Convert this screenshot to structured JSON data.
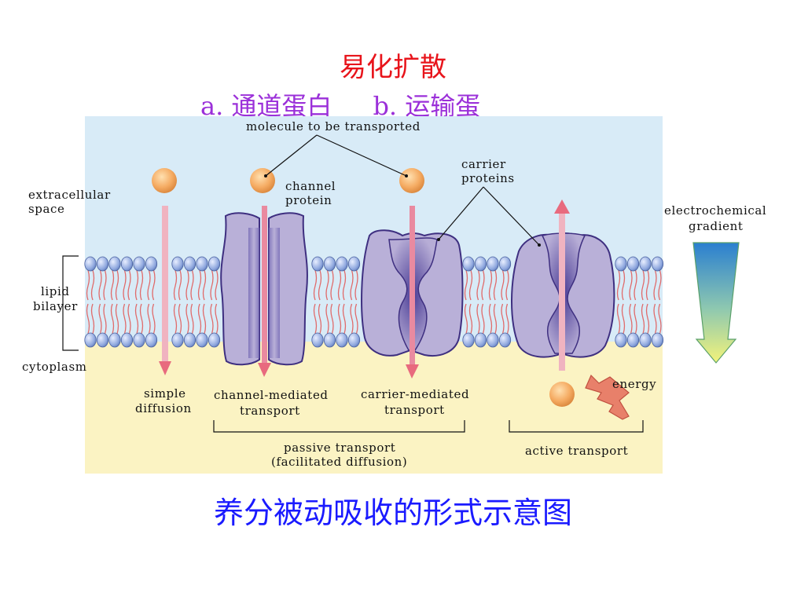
{
  "title": "易化扩散",
  "subtitle": {
    "a": "a. 通道蛋白",
    "b": "b.  运输蛋"
  },
  "caption": "养分被动吸收的形式示意图",
  "labels": {
    "molecule": "molecule to be transported",
    "extracellular_1": "extracellular",
    "extracellular_2": "space",
    "lipid_1": "lipid",
    "lipid_2": "bilayer",
    "cytoplasm": "cytoplasm",
    "channel_1": "channel",
    "channel_2": "protein",
    "carrier_1": "carrier",
    "carrier_2": "proteins",
    "gradient_1": "electrochemical",
    "gradient_2": "gradient",
    "simple_1": "simple",
    "simple_2": "diffusion",
    "chan_med_1": "channel-mediated",
    "chan_med_2": "transport",
    "carr_med_1": "carrier-mediated",
    "carr_med_2": "transport",
    "energy": "energy",
    "passive_1": "passive transport",
    "passive_2": "(facilitated diffusion)",
    "active": "active transport"
  },
  "colors": {
    "extracellular": "#d8ebf7",
    "cytoplasm": "#fbf3c3",
    "head": "#8fa9e0",
    "tail": "#e06a6a",
    "protein": "#b9b0d8",
    "arrow": "#e86a7e",
    "molecule": "#f2a860",
    "title": "#e8141b",
    "subtitle": "#9b30d9",
    "caption": "#1a1aff"
  }
}
